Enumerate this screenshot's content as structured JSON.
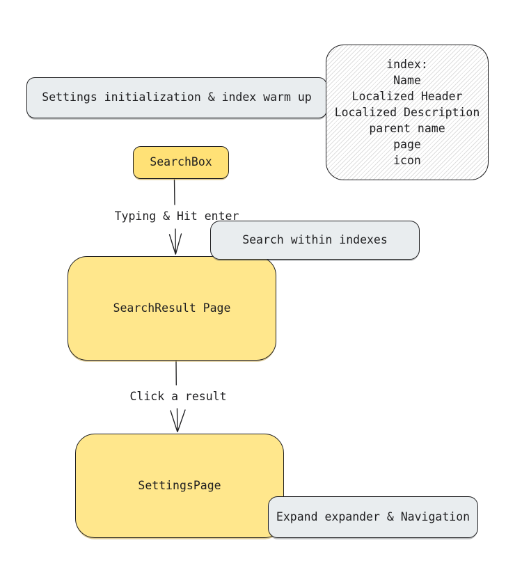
{
  "diagram": {
    "nodes": {
      "settings_init": {
        "label": "Settings initialization & index warm up",
        "fill": "#e9edef"
      },
      "index_note": {
        "lines": [
          "index:",
          "Name",
          "Localized Header",
          "Localized Description",
          "parent name",
          "page",
          "icon"
        ],
        "fill": "#ffffff",
        "hatch_color": "#dedede"
      },
      "search_box": {
        "label": "SearchBox",
        "fill": "#ffe176"
      },
      "search_within": {
        "label": "Search within indexes",
        "fill": "#e9edef"
      },
      "search_result": {
        "label": "SearchResult Page",
        "fill": "#ffe78c"
      },
      "settings_page": {
        "label": "SettingsPage",
        "fill": "#ffe78c"
      },
      "expand_nav": {
        "label": "Expand expander & Navigation",
        "fill": "#e9edef"
      }
    },
    "edges": {
      "typing": {
        "label": "Typing & Hit enter"
      },
      "click": {
        "label": "Click a result"
      }
    },
    "colors": {
      "stroke": "#1e1e20",
      "text": "#1e1e20",
      "background": "#ffffff"
    }
  }
}
